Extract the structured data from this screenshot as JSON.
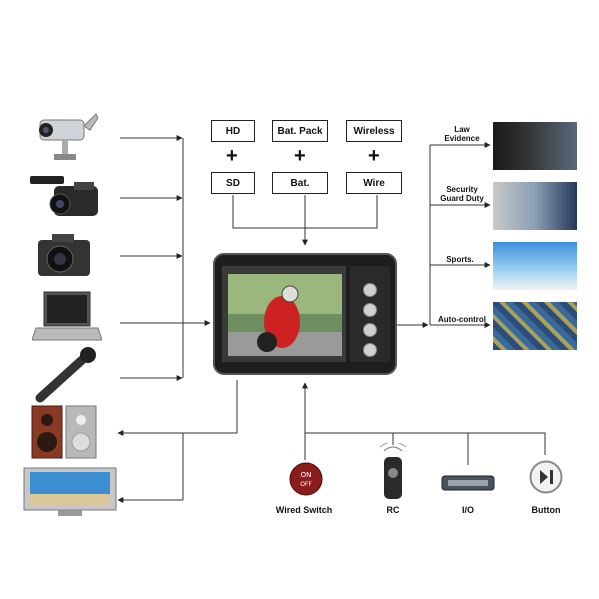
{
  "combos": [
    {
      "top": "HD",
      "bottom": "SD"
    },
    {
      "top": "Bat. Pack",
      "bottom": "Bat."
    },
    {
      "top": "Wireless",
      "bottom": "Wire"
    }
  ],
  "outputs": [
    {
      "label_line1": "Law",
      "label_line2": "Evidence"
    },
    {
      "label_line1": "Security",
      "label_line2": "Guard Duty"
    },
    {
      "label_line1": "Sports.",
      "label_line2": ""
    },
    {
      "label_line1": "Auto-control",
      "label_line2": ""
    }
  ],
  "controls": [
    {
      "label": "Wired Switch",
      "icon": "on-off-switch-icon"
    },
    {
      "label": "RC",
      "icon": "remote-control-icon"
    },
    {
      "label": "I/O",
      "icon": "io-connector-icon"
    },
    {
      "label": "Button",
      "icon": "play-pause-button-icon"
    }
  ],
  "on_off_text": {
    "on": "ON",
    "off": "OFF"
  },
  "inputs_icons": [
    "security-camera-icon",
    "camcorder-icon",
    "camera-icon",
    "laptop-icon",
    "microphone-icon"
  ],
  "output_device_icons": [
    "speaker-icon",
    "tv-monitor-icon"
  ]
}
